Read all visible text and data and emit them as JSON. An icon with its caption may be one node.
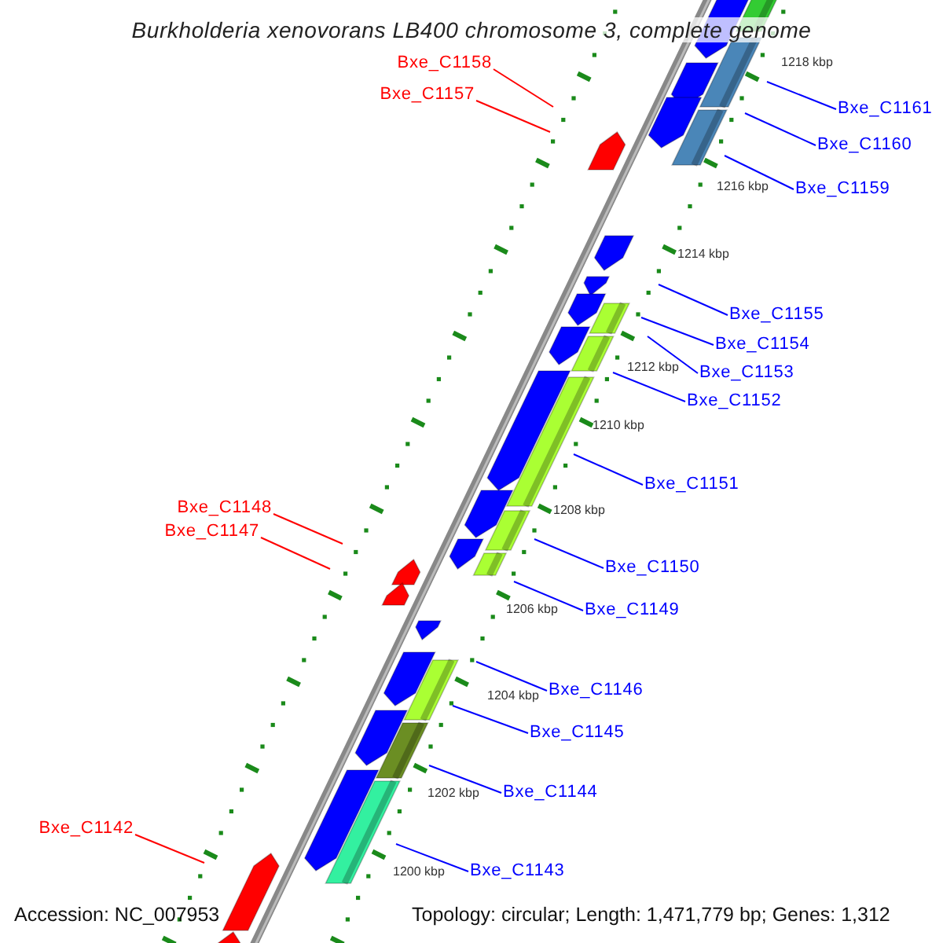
{
  "diagram": {
    "title": "Burkholderia xenovorans LB400 chromosome 3, complete genome",
    "nodes": [
      {
        "text": [
          "Bxe_C1158"
        ]
      },
      {
        "text": [
          "Bxe_C1157"
        ]
      },
      {
        "text": [
          "Bxe_C1161"
        ]
      },
      {
        "text": [
          "Bxe_C1160"
        ]
      },
      {
        "text": [
          "Bxe_C1159"
        ]
      },
      {
        "text": [
          "Bxe_C1155"
        ]
      },
      {
        "text": [
          "Bxe_C1154"
        ]
      },
      {
        "text": [
          "Bxe_C1153"
        ]
      },
      {
        "text": [
          "Bxe_C1152"
        ]
      },
      {
        "text": [
          "Bxe_C1151"
        ]
      },
      {
        "text": [
          "Bxe_C1148"
        ]
      },
      {
        "text": [
          "Bxe_C1147"
        ]
      },
      {
        "text": [
          "Bxe_C1150"
        ]
      },
      {
        "text": [
          "Bxe_C1149"
        ]
      },
      {
        "text": [
          "Bxe_C1146"
        ]
      },
      {
        "text": [
          "Bxe_C1145"
        ]
      },
      {
        "text": [
          "Bxe_C1144"
        ]
      },
      {
        "text": [
          "Bxe_C1142"
        ]
      },
      {
        "text": [
          "Bxe_C1143"
        ]
      }
    ],
    "edges": [
      {
        "from": 0,
        "to": null,
        "arrow": "none",
        "color": "#ff0000"
      },
      {
        "from": 1,
        "to": null,
        "arrow": "none",
        "color": "#ff0000"
      },
      {
        "from": 2,
        "to": null,
        "arrow": "none"
      },
      {
        "from": 3,
        "to": null,
        "arrow": "none"
      },
      {
        "from": 4,
        "to": null,
        "arrow": "none"
      },
      {
        "from": 5,
        "to": null,
        "arrow": "none"
      },
      {
        "from": 6,
        "to": null,
        "arrow": "none"
      },
      {
        "from": 7,
        "to": null,
        "arrow": "none"
      },
      {
        "from": 8,
        "to": null,
        "arrow": "none"
      },
      {
        "from": 9,
        "to": null,
        "arrow": "none"
      },
      {
        "from": 10,
        "to": null,
        "arrow": "none",
        "color": "#ff0000"
      },
      {
        "from": 11,
        "to": null,
        "arrow": "none",
        "color": "#ff0000"
      },
      {
        "from": 12,
        "to": null,
        "arrow": "none"
      },
      {
        "from": 13,
        "to": null,
        "arrow": "none"
      },
      {
        "from": 14,
        "to": null,
        "arrow": "none"
      },
      {
        "from": 15,
        "to": null,
        "arrow": "none"
      },
      {
        "from": 16,
        "to": null,
        "arrow": "none"
      },
      {
        "from": 17,
        "to": null,
        "arrow": "none",
        "color": "#ff0000"
      },
      {
        "from": 18,
        "to": null,
        "arrow": "none"
      }
    ],
    "labels": [
      "1218 kbp",
      "1216 kbp",
      "1214 kbp",
      "1212 kbp",
      "1210 kbp",
      "1208 kbp",
      "1206 kbp",
      "1204 kbp",
      "1202 kbp",
      "1200 kbp",
      "Accession: NC_007953",
      "Topology: circular; Length: 1,471,779 bp; Genes: 1,312"
    ]
  }
}
